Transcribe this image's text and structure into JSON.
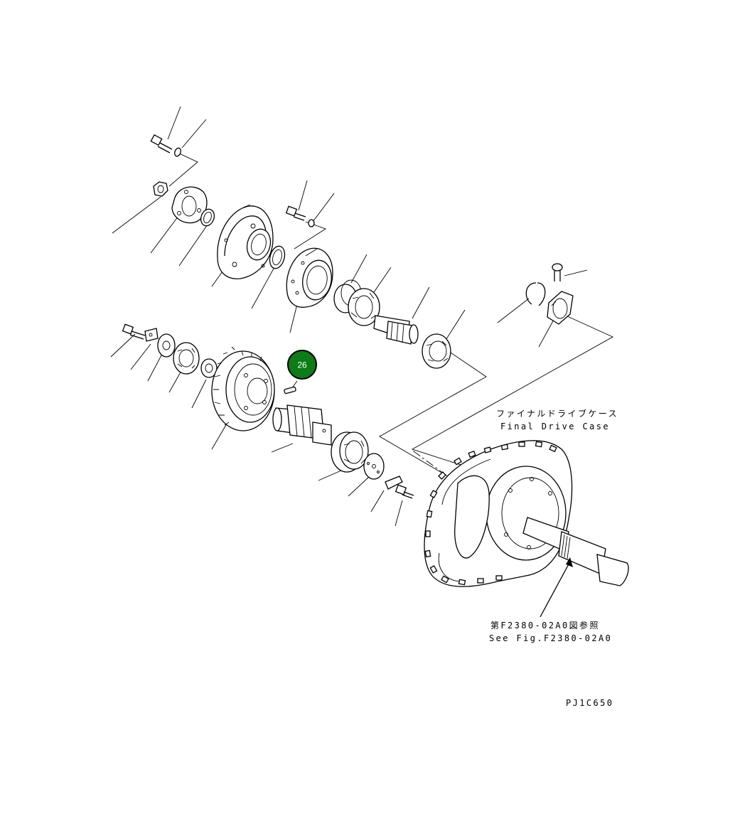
{
  "diagram": {
    "labels": {
      "final_drive_case_jp": "ファイナルドライブケース",
      "final_drive_case_en": "Final Drive Case",
      "see_fig_jp": "第F2380-02A0図参照",
      "see_fig_en": "See Fig.F2380-02A0",
      "drawing_code": "PJ1C650"
    },
    "callout": {
      "number": "26",
      "color": "#0a7d16",
      "ring_color": "#000000"
    },
    "colors": {
      "line": "#000000",
      "background": "#ffffff"
    }
  }
}
